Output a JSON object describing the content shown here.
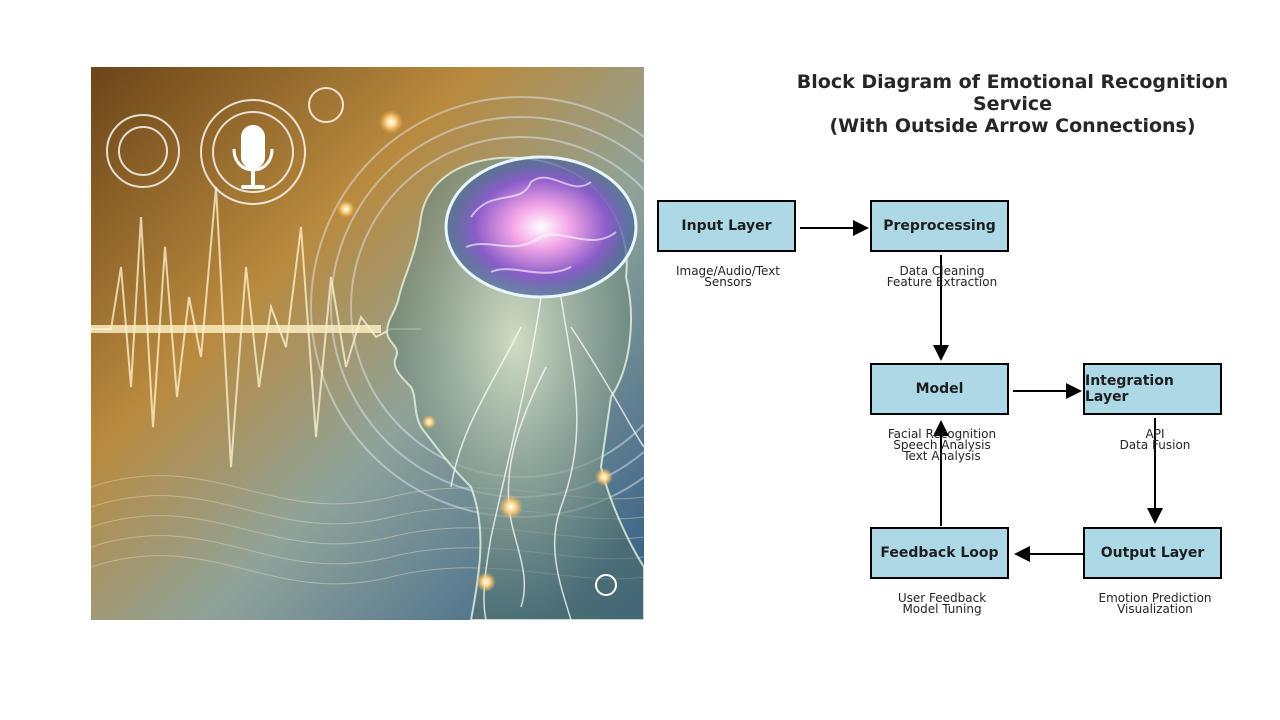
{
  "title": {
    "line1": "Block Diagram of Emotional Recognition Service",
    "line2": "(With Outside Arrow Connections)"
  },
  "blocks": {
    "input": {
      "label": "Input Layer",
      "desc": [
        "Image/Audio/Text",
        "Sensors"
      ]
    },
    "preprocessing": {
      "label": "Preprocessing",
      "desc": [
        "Data Cleaning",
        "Feature Extraction"
      ]
    },
    "model": {
      "label": "Model",
      "desc": [
        "Facial Recognition",
        "Speech Analysis",
        "Text Analysis"
      ]
    },
    "integration": {
      "label": "Integration Layer",
      "desc": [
        "API",
        "Data Fusion"
      ]
    },
    "output": {
      "label": "Output Layer",
      "desc": [
        "Emotion Prediction",
        "Visualization"
      ]
    },
    "feedback": {
      "label": "Feedback Loop",
      "desc": [
        "User Feedback",
        "Model Tuning"
      ]
    }
  },
  "connections": [
    {
      "from": "Input Layer",
      "to": "Preprocessing"
    },
    {
      "from": "Preprocessing",
      "to": "Model"
    },
    {
      "from": "Model",
      "to": "Integration Layer"
    },
    {
      "from": "Integration Layer",
      "to": "Output Layer"
    },
    {
      "from": "Output Layer",
      "to": "Feedback Loop"
    },
    {
      "from": "Feedback Loop",
      "to": "Model"
    }
  ],
  "colors": {
    "block_fill": "#ADD8E6",
    "block_border": "#000000",
    "arrow": "#000000"
  }
}
